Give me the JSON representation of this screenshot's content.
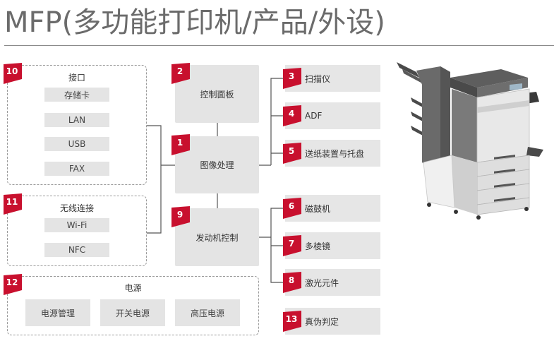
{
  "title": "MFP(多功能打印机/产品/外设)",
  "colors": {
    "badge": "#c8102e",
    "box": "#e4e4e4",
    "line": "#555555"
  },
  "groups": {
    "interface": {
      "number": "10",
      "label": "接口",
      "items": [
        "存储卡",
        "LAN",
        "USB",
        "FAX"
      ]
    },
    "wireless": {
      "number": "11",
      "label": "无线连接",
      "items": [
        "Wi-Fi",
        "NFC"
      ]
    },
    "power": {
      "number": "12",
      "label": "电源",
      "items": [
        "电源管理",
        "开关电源",
        "高压电源"
      ]
    }
  },
  "center": [
    {
      "number": "2",
      "label": "控制面板"
    },
    {
      "number": "1",
      "label": "图像处理"
    },
    {
      "number": "9",
      "label": "发动机控制"
    }
  ],
  "right": [
    {
      "number": "3",
      "label": "扫描仪"
    },
    {
      "number": "4",
      "label": "ADF"
    },
    {
      "number": "5",
      "label": "送纸装置与托盘"
    },
    {
      "number": "6",
      "label": "磁鼓机"
    },
    {
      "number": "7",
      "label": "多棱镜"
    },
    {
      "number": "8",
      "label": "激光元件"
    },
    {
      "number": "13",
      "label": "真伪判定"
    }
  ]
}
